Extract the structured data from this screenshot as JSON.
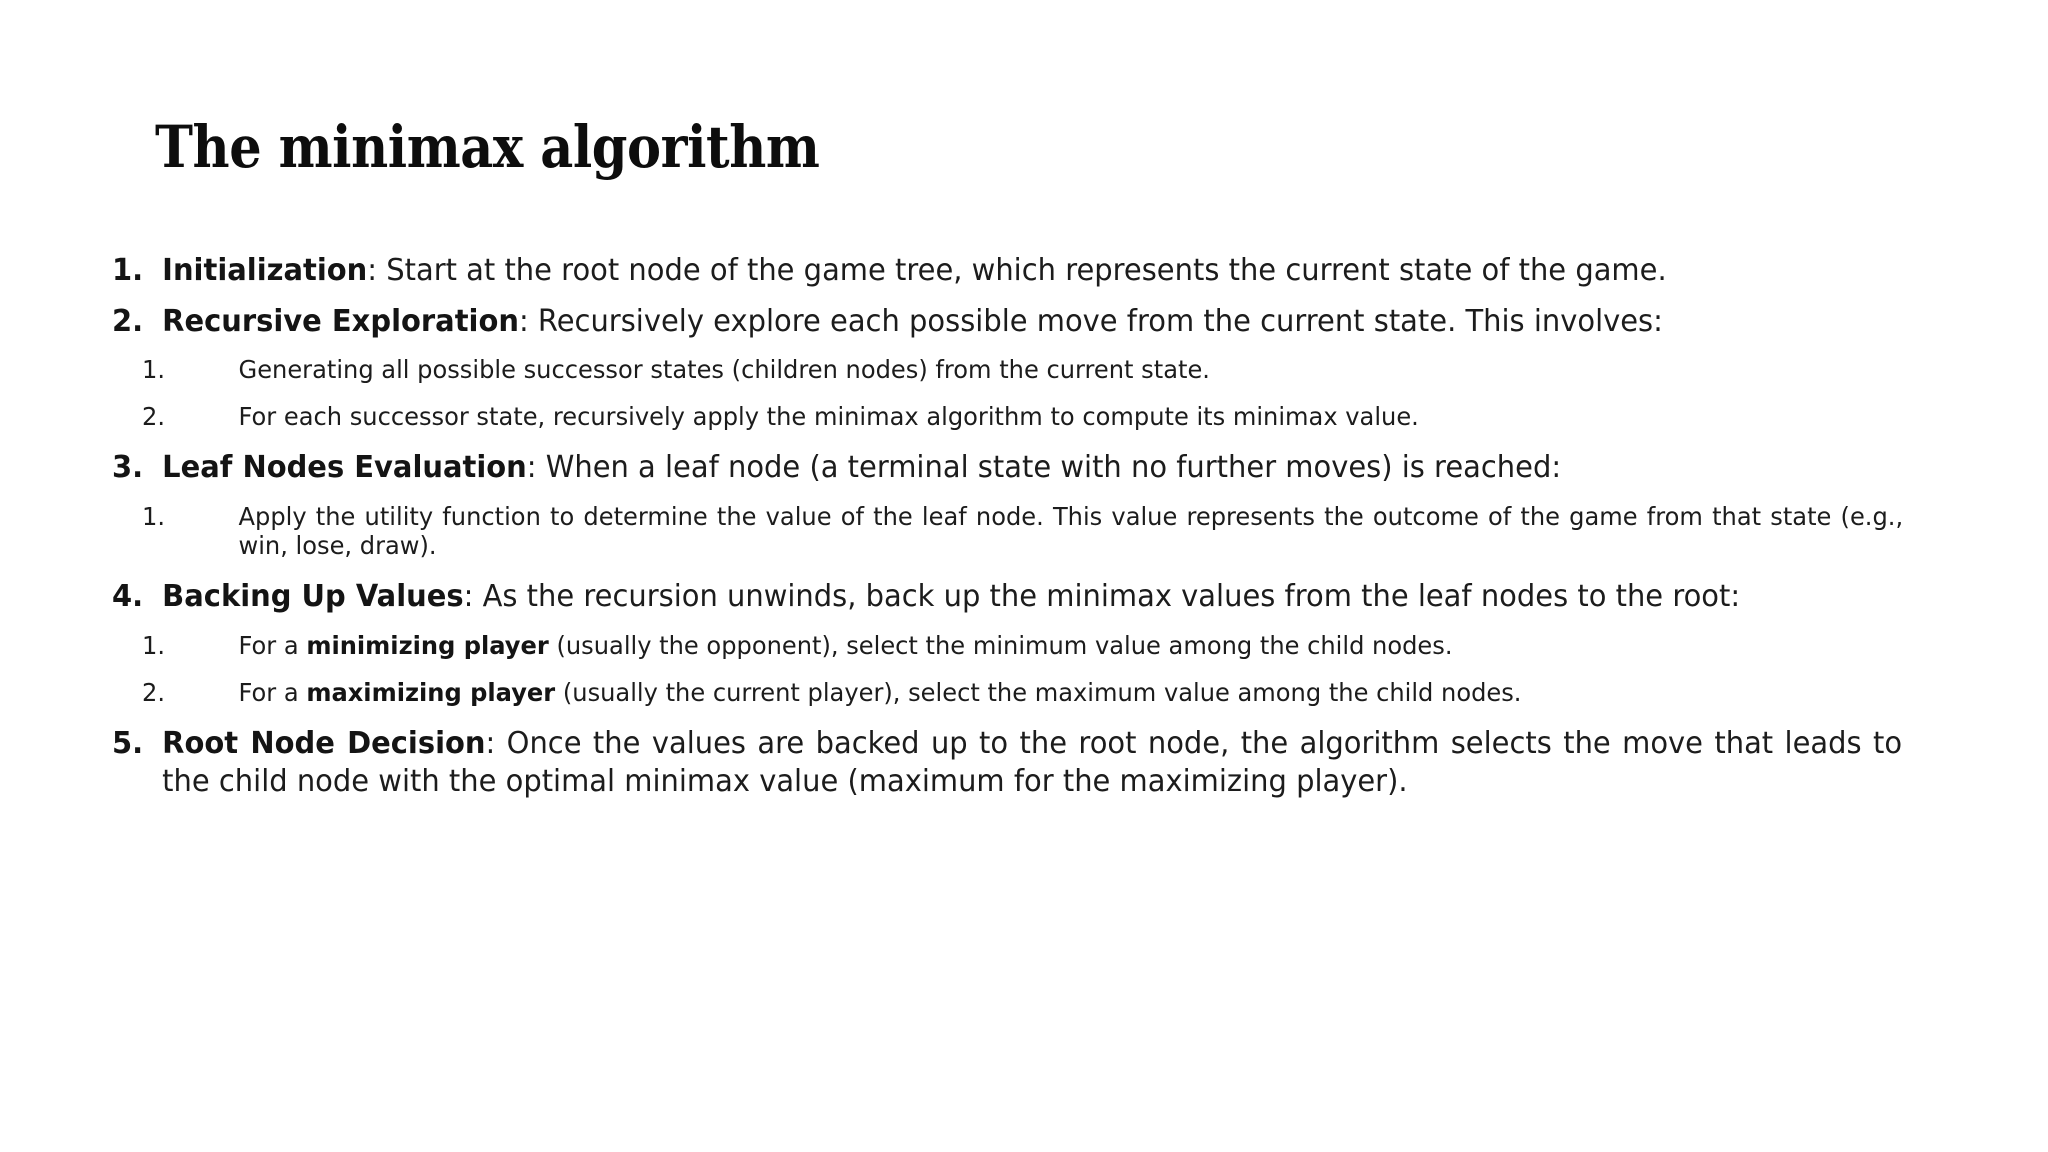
{
  "slide": {
    "title": "The minimax algorithm",
    "background_color": "#ffffff",
    "text_color": "#1c1c1c",
    "heading_color": "#0d0d0d"
  },
  "items": [
    {
      "number": "1.",
      "lead": "Initialization",
      "body": ": Start at the root node of the game tree, which represents the current state of the game.",
      "subitems": []
    },
    {
      "number": "2.",
      "lead": "Recursive Exploration",
      "body": ": Recursively explore each possible move from the current state. This involves:",
      "subitems": [
        {
          "number": "1.",
          "pre": "",
          "strong": "",
          "post": "Generating all possible successor states (children nodes) from the current state."
        },
        {
          "number": "2.",
          "pre": "",
          "strong": "",
          "post": "For each successor state, recursively apply the minimax algorithm to compute its minimax value."
        }
      ]
    },
    {
      "number": "3.",
      "lead": "Leaf Nodes Evaluation",
      "body": ": When a leaf node (a terminal state with no further moves) is reached:",
      "subitems": [
        {
          "number": "1.",
          "pre": "",
          "strong": "",
          "post": "Apply the utility function to determine the value of the leaf node. This value represents the outcome of the game from that state (e.g., win, lose, draw)."
        }
      ]
    },
    {
      "number": "4.",
      "lead": "Backing Up Values",
      "body": ": As the recursion unwinds, back up the minimax values from the leaf nodes to the root:",
      "subitems": [
        {
          "number": "1.",
          "pre": "For a ",
          "strong": "minimizing player",
          "post": " (usually the opponent), select the minimum value among the child nodes."
        },
        {
          "number": "2.",
          "pre": "For a ",
          "strong": "maximizing player",
          "post": " (usually the current player), select the maximum value among the child nodes."
        }
      ]
    },
    {
      "number": "5.",
      "lead": "Root Node Decision",
      "body": ": Once the values are backed up to the root node, the algorithm selects the move that leads to the child node with the optimal minimax value (maximum for the maximizing player).",
      "subitems": []
    }
  ]
}
